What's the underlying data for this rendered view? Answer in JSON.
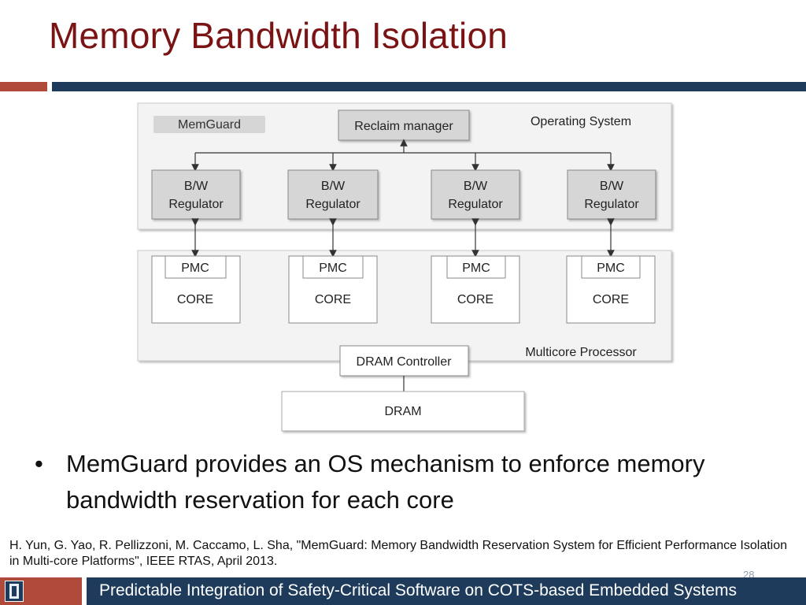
{
  "slide": {
    "title": "Memory Bandwidth Isolation",
    "page_number": "28"
  },
  "diagram": {
    "memguard_label": "MemGuard",
    "reclaim_manager": "Reclaim manager",
    "os_label": "Operating System",
    "regulators": [
      {
        "line1": "B/W",
        "line2": "Regulator"
      },
      {
        "line1": "B/W",
        "line2": "Regulator"
      },
      {
        "line1": "B/W",
        "line2": "Regulator"
      },
      {
        "line1": "B/W",
        "line2": "Regulator"
      }
    ],
    "cores": [
      {
        "pmc": "PMC",
        "core": "CORE"
      },
      {
        "pmc": "PMC",
        "core": "CORE"
      },
      {
        "pmc": "PMC",
        "core": "CORE"
      },
      {
        "pmc": "PMC",
        "core": "CORE"
      }
    ],
    "multicore_label": "Multicore Processor",
    "dram_controller": "DRAM Controller",
    "dram": "DRAM"
  },
  "bullet": {
    "marker": "•",
    "text": "MemGuard provides an OS mechanism to enforce memory bandwidth reservation for each core"
  },
  "citation": "H. Yun, G. Yao, R. Pellizzoni, M. Caccamo, L. Sha, \"MemGuard: Memory Bandwidth Reservation System for Efficient Performance Isolation in Multi-core Platforms\", IEEE RTAS, April 2013.",
  "footer": {
    "text": "Predictable Integration of Safety-Critical Software on COTS-based Embedded Systems",
    "logo_icon": "university-i-logo-icon"
  },
  "colors": {
    "title": "#7a1414",
    "accent_red": "#b04a3b",
    "accent_blue": "#1f3b5c",
    "box_gray": "#d6d6d6",
    "panel_bg": "#f3f3f3"
  }
}
